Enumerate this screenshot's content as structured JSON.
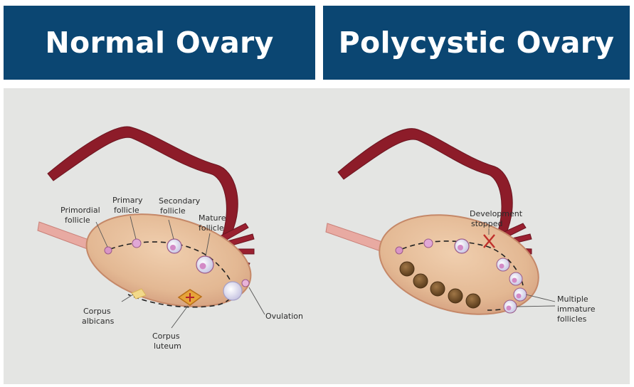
{
  "headers": {
    "left": "Normal Ovary",
    "right": "Polycystic Ovary"
  },
  "normal": {
    "labels": {
      "primordial": [
        "Primordial",
        "follicle"
      ],
      "primary": [
        "Primary",
        "follicle"
      ],
      "secondary": [
        "Secondary",
        "follicle"
      ],
      "mature": [
        "Mature",
        "follicle"
      ],
      "ovulation": [
        "Ovulation"
      ],
      "corpus_albicans": [
        "Corpus",
        "albicans"
      ],
      "corpus_luteum": [
        "Corpus",
        "luteum"
      ]
    }
  },
  "polycystic": {
    "labels": {
      "development_stopped": [
        "Development",
        "stopped"
      ],
      "multiple_immature": [
        "Multiple",
        "immature",
        "follicles"
      ]
    }
  },
  "colors": {
    "header_bg": "#0b4672",
    "panel_bg": "#e4e5e3",
    "ovary_fill": "#e6bd9a",
    "tube": "#8c1d2a",
    "ligament": "#e7a8a0"
  }
}
